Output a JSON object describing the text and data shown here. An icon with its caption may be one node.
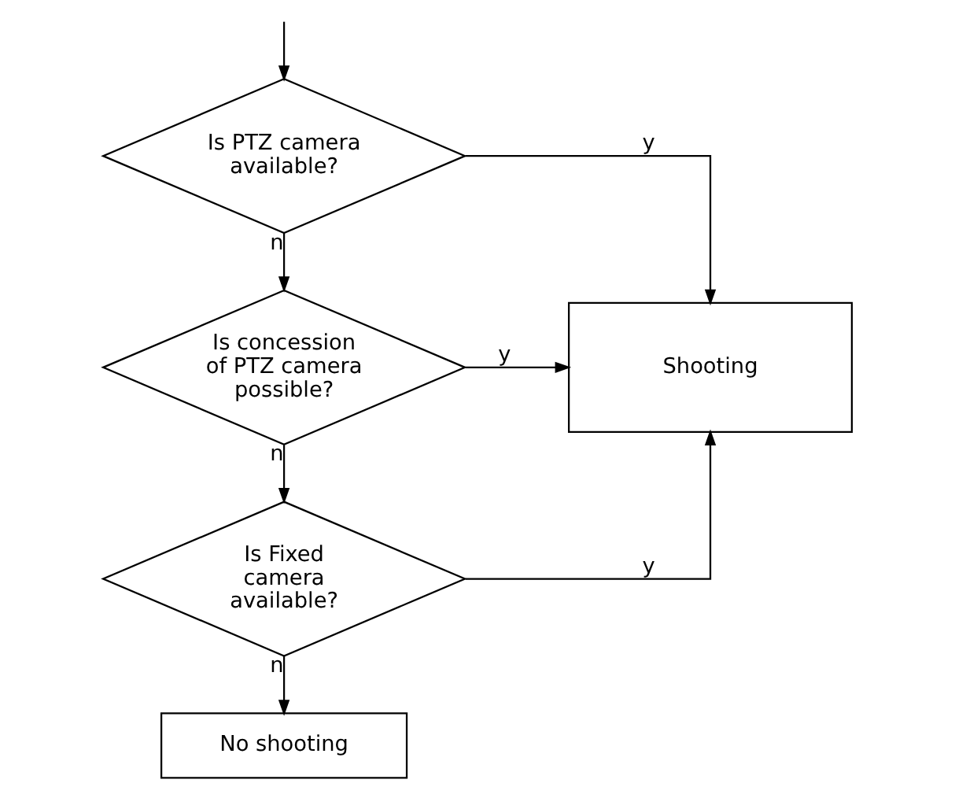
{
  "diagram": {
    "nodes": [
      {
        "text": [
          "Is PTZ camera available?"
        ]
      },
      {
        "text": [
          "Is concession of PTZ camera possible?"
        ]
      },
      {
        "text": [
          "Is Fixed camera available?"
        ]
      },
      {
        "text": [
          "Shooting"
        ]
      },
      {
        "text": [
          "No shooting"
        ]
      }
    ],
    "edges": [
      {
        "from": null,
        "to": 0,
        "arrow": "to"
      },
      {
        "from": 0,
        "to": 3,
        "arrow": "to",
        "label": "y"
      },
      {
        "from": 0,
        "to": 1,
        "arrow": "to",
        "label": "n"
      },
      {
        "from": 1,
        "to": 3,
        "arrow": "to",
        "label": "y"
      },
      {
        "from": 1,
        "to": 2,
        "arrow": "to",
        "label": "n"
      },
      {
        "from": 2,
        "to": 3,
        "arrow": "to",
        "label": "y"
      },
      {
        "from": 2,
        "to": 4,
        "arrow": "to",
        "label": "n"
      }
    ]
  }
}
